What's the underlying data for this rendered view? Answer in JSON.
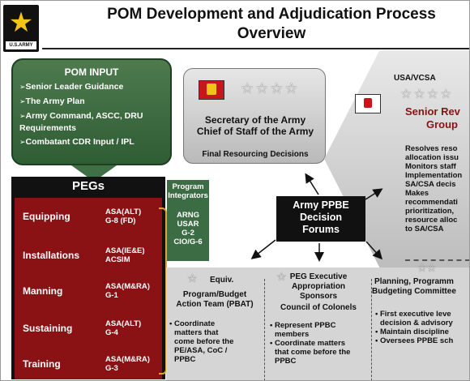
{
  "title_line1": "POM Development and Adjudication Process",
  "title_line2": "Overview",
  "logo_caption": "U.S.ARMY",
  "pom_input": {
    "heading": "POM INPUT",
    "items": [
      "Senior Leader Guidance",
      "The Army Plan",
      "Army Command, ASCC, DRU Requirements",
      "Combatant CDR Input / IPL"
    ]
  },
  "pegs": {
    "heading": "PEGs",
    "rows": [
      {
        "name": "Equipping",
        "line1": "ASA(ALT)",
        "line2": "G-8 (FD)"
      },
      {
        "name": "Installations",
        "line1": "ASA(IE&E)",
        "line2": "ACSIM"
      },
      {
        "name": "Manning",
        "line1": "ASA(M&RA)",
        "line2": "G-1"
      },
      {
        "name": "Sustaining",
        "line1": "ASA(ALT)",
        "line2": "G-4"
      },
      {
        "name": "Training",
        "line1": "ASA(M&RA)",
        "line2": "G-3"
      }
    ]
  },
  "program_integrators": {
    "heading1": "Program",
    "heading2": "Integrators",
    "members": [
      "ARNG",
      "USAR",
      "G-2",
      "CIO/G-6"
    ]
  },
  "secretary": {
    "stars": "☆☆☆☆",
    "line1": "Secretary of the Army",
    "line2": "Chief of Staff of the Army",
    "footer": "Final Resourcing Decisions"
  },
  "senior_review": {
    "label": "USA/VCSA",
    "stars": "☆☆☆☆",
    "group1": "Senior Rev",
    "group2": "Group",
    "bullets": [
      "Resolves reso",
      "allocation issu",
      "Monitors staff",
      "Implementation",
      "SA/CSA decis",
      "Makes",
      "recommendati",
      "prioritization,",
      "resource alloc",
      "to SA/CSA"
    ]
  },
  "ppbe_forum": {
    "line1": "Army PPBE",
    "line2": "Decision",
    "line3": "Forums"
  },
  "pbat": {
    "stars": "☆",
    "tag": "Equiv.",
    "heading1": "Program/Budget",
    "heading2": "Action Team (PBAT)",
    "bullets": [
      "Coordinate",
      "matters that",
      "come before the",
      "PE/ASA, CoC /",
      "PPBC"
    ]
  },
  "peg_exec": {
    "stars": "☆",
    "heading1": "PEG Executive",
    "heading2": "Appropriation",
    "heading3": "Sponsors",
    "heading4": "Council of Colonels",
    "bullets": [
      "Represent PPBC",
      "members",
      "Coordinate matters",
      "that come before the",
      "PPBC"
    ]
  },
  "ppbc": {
    "stars": "☆☆",
    "heading1": "Planning, Programm",
    "heading2": "Budgeting Committee",
    "bullets": [
      "First executive leve",
      "decision & advisory",
      "Maintain discipline",
      "Oversees PPBE sch"
    ]
  },
  "colors": {
    "army_green": "#3c6c44",
    "peg_red": "#8a1215",
    "gold": "#f2c418",
    "panel_gray": "#d5d5d5"
  }
}
